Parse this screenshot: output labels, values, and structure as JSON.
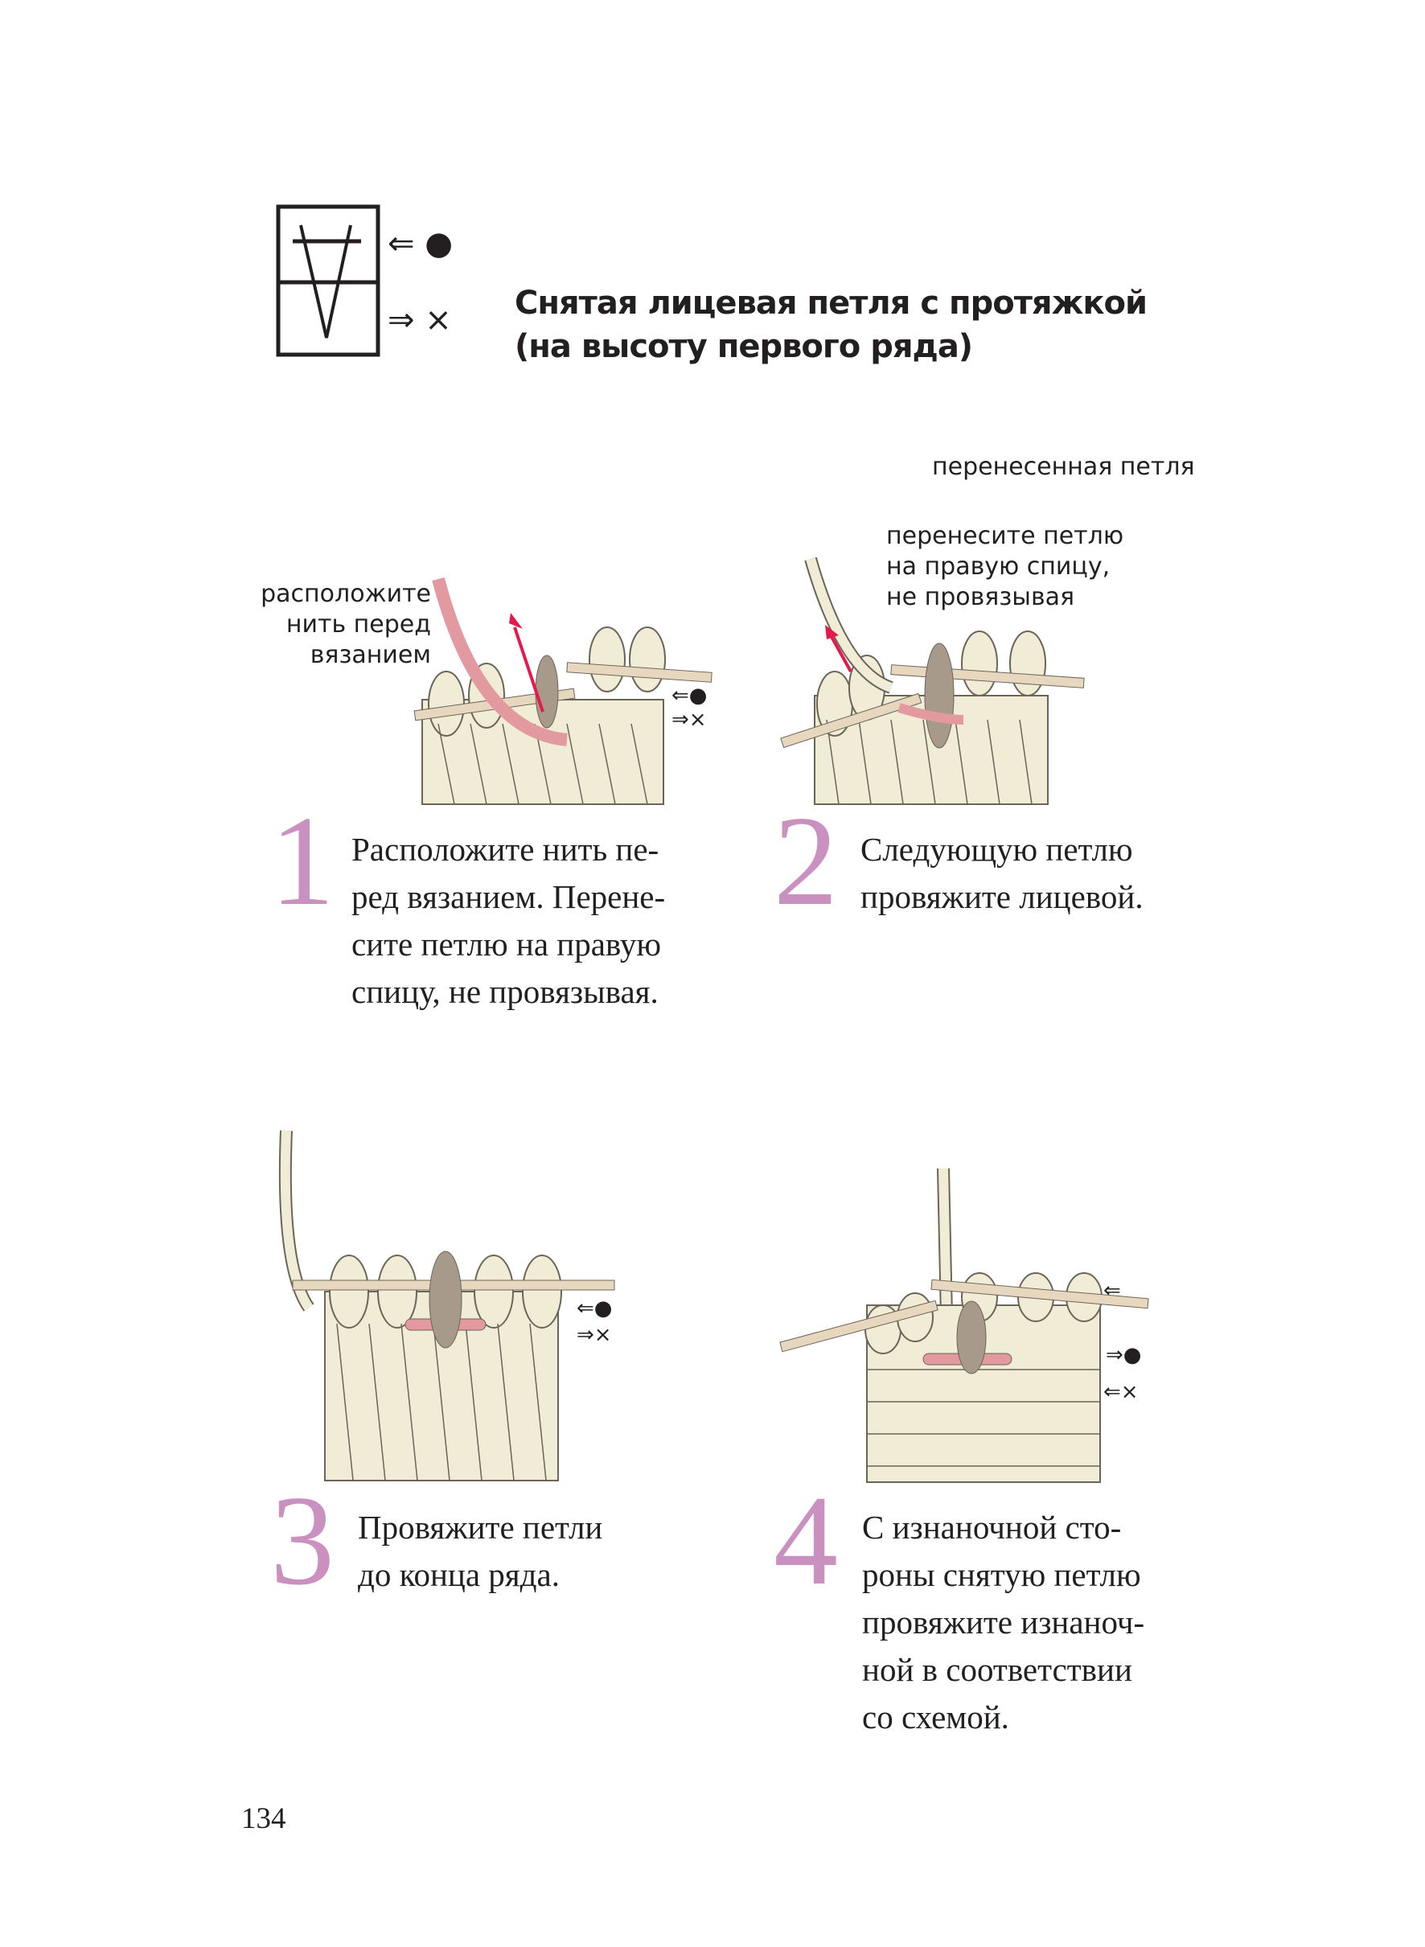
{
  "symbol": {
    "row_top_marker": "⇐ ●",
    "row_bottom_marker": "⇒ ×"
  },
  "title": {
    "line1": "Снятая лицевая петля с протяжкой",
    "line2": "(на высоту первого ряда)"
  },
  "annotations": {
    "transferred_loop": "перенесенная петля",
    "step1_label": [
      "расположите",
      "нить перед",
      "вязанием"
    ],
    "step2_label": [
      "перенесите петлю",
      "на правую спицу,",
      "не провязывая"
    ],
    "row_markers_a": "⇐●",
    "row_markers_b": "⇒×",
    "row_markers_c": "⇐",
    "row_markers_d": "⇒●",
    "row_markers_e": "⇐×"
  },
  "steps": [
    {
      "number": "1",
      "lines": [
        "Расположите нить пе-",
        "ред вязанием. Перене-",
        "сите петлю на правую",
        "спицу, не провязывая."
      ]
    },
    {
      "number": "2",
      "lines": [
        "Следующую петлю",
        "провяжите лицевой."
      ]
    },
    {
      "number": "3",
      "lines": [
        "Провяжите петли",
        "до конца ряда."
      ]
    },
    {
      "number": "4",
      "lines": [
        "С изнаночной сто-",
        "роны снятую петлю",
        "провяжите изнаноч-",
        "ной в соответствии",
        "со схемой."
      ]
    }
  ],
  "page_number": "134",
  "colors": {
    "accent": "#c990c0",
    "yarn": "#f1ecd6",
    "slipped_loop": "#a89a8a",
    "pink_yarn": "#e29aa0",
    "arrow": "#e6194b"
  }
}
